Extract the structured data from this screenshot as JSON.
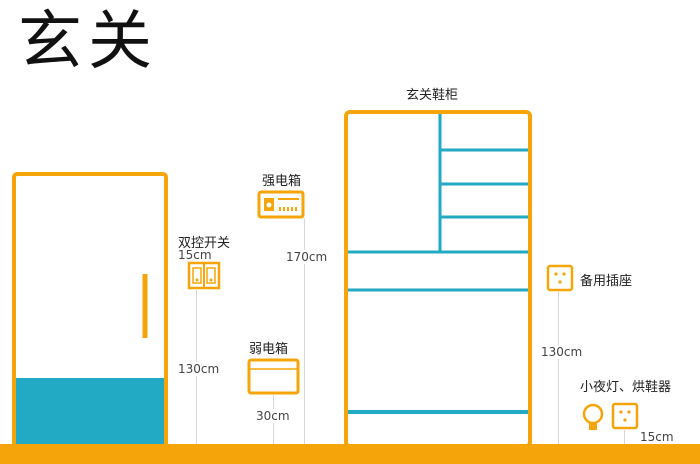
{
  "title": "玄关",
  "labels": {
    "shoe_cabinet": "玄关鞋柜",
    "strong_box": "强电箱",
    "weak_box": "弱电箱",
    "switch": "双控开关",
    "socket": "备用插座",
    "night_light": "小夜灯、烘鞋器"
  },
  "dimensions": {
    "switch_gap": "15cm",
    "switch_height": "130cm",
    "strong_height": "170cm",
    "weak_height": "30cm",
    "socket_height": "130cm",
    "night_height": "15cm"
  },
  "colors": {
    "orange": "#f5a50a",
    "teal": "#22a9c4",
    "line": "#d8d8d8"
  }
}
